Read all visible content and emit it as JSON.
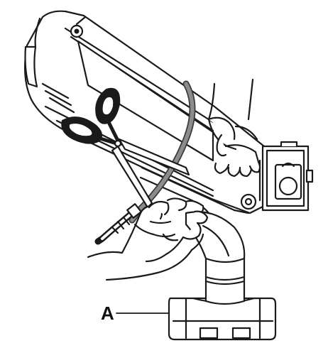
{
  "figure": {
    "callouts": [
      {
        "label": "A",
        "target": "monitor-arm-base"
      }
    ],
    "colors": {
      "ink": "#1a1a1a",
      "fill": "#ffffff",
      "tie": "#8c8c8c",
      "tie_dark": "#3a3a3a"
    },
    "depicted": [
      "monitor-arm",
      "scissors",
      "cable-tie",
      "left-hand",
      "right-hand",
      "vesa-mount-plate",
      "base-clamp"
    ]
  }
}
